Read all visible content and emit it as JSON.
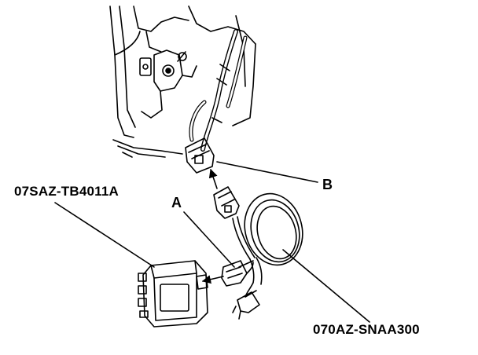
{
  "labels": {
    "part_unit": "07SAZ-TB4011A",
    "part_harness": "070AZ-SNAA300",
    "callout_a": "A",
    "callout_b": "B"
  },
  "colors": {
    "line": "#000000",
    "background": "#ffffff"
  }
}
